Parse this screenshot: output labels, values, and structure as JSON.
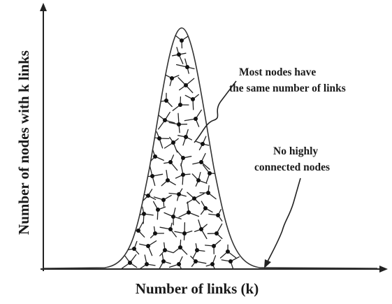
{
  "axes": {
    "x_label": "Number of links (k)",
    "y_label": "Number of nodes with k links"
  },
  "annotations": {
    "peak_line1": "Most nodes have",
    "peak_line2": "the same number of links",
    "tail_line1": "No highly",
    "tail_line2": "connected nodes"
  }
}
